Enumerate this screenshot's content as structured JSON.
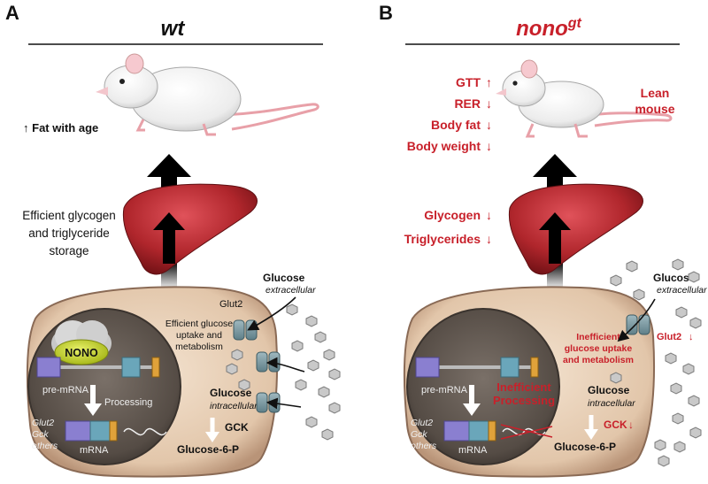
{
  "colors": {
    "red": "#c8202a",
    "black": "#111111",
    "liver": "#b0262c",
    "cell_fill": "#e9d2bc",
    "cell_border": "#8a6a55",
    "nucleus": "#5c524b",
    "nono": "#c8d62a",
    "exon_purple": "#8a7fd0",
    "exon_teal": "#6aa6ba",
    "exon_orange": "#e0a23a"
  },
  "panel_a": {
    "letter": "A",
    "title": "wt",
    "fat_label": "Fat with age",
    "storage_label_line1": "Efficient glycogen",
    "storage_label_line2": "and triglyceride",
    "storage_label_line3": "storage",
    "glut2": "Glut2",
    "glucose": "Glucose",
    "extracellular": "extracellular",
    "uptake_line1": "Efficient glucose",
    "uptake_line2": "uptake and",
    "uptake_line3": "metabolism",
    "nono": "NONO",
    "pre_mrna": "pre-mRNA",
    "processing": "Processing",
    "genes_line1": "Glut2",
    "genes_line2": "Gck",
    "genes_line3": "others",
    "mrna": "mRNA",
    "glucose_intra": "Glucose",
    "intracellular": "intracellular",
    "gck": "GCK",
    "g6p": "Glucose-6-P"
  },
  "panel_b": {
    "letter": "B",
    "title": "nono",
    "title_sup": "gt",
    "phenotypes": [
      "GTT",
      "RER",
      "Body fat",
      "Body weight"
    ],
    "phenotype_directions": [
      "up",
      "down",
      "down",
      "down"
    ],
    "lean_line1": "Lean",
    "lean_line2": "mouse",
    "storage": [
      "Glycogen",
      "Triglycerides"
    ],
    "glucose": "Glucose",
    "extracellular": "extracellular",
    "glut2": "Glut2",
    "uptake_line1": "Inefficient",
    "uptake_line2": "glucose uptake",
    "uptake_line3": "and metabolism",
    "pre_mrna": "pre-mRNA",
    "inefficient_line1": "Inefficient",
    "inefficient_line2": "Processing",
    "genes_line1": "Glut2",
    "genes_line2": "Gck",
    "genes_line3": "others",
    "mrna": "mRNA",
    "glucose_intra": "Glucose",
    "intracellular": "intracellular",
    "gck": "GCK",
    "g6p": "Glucose-6-P"
  }
}
